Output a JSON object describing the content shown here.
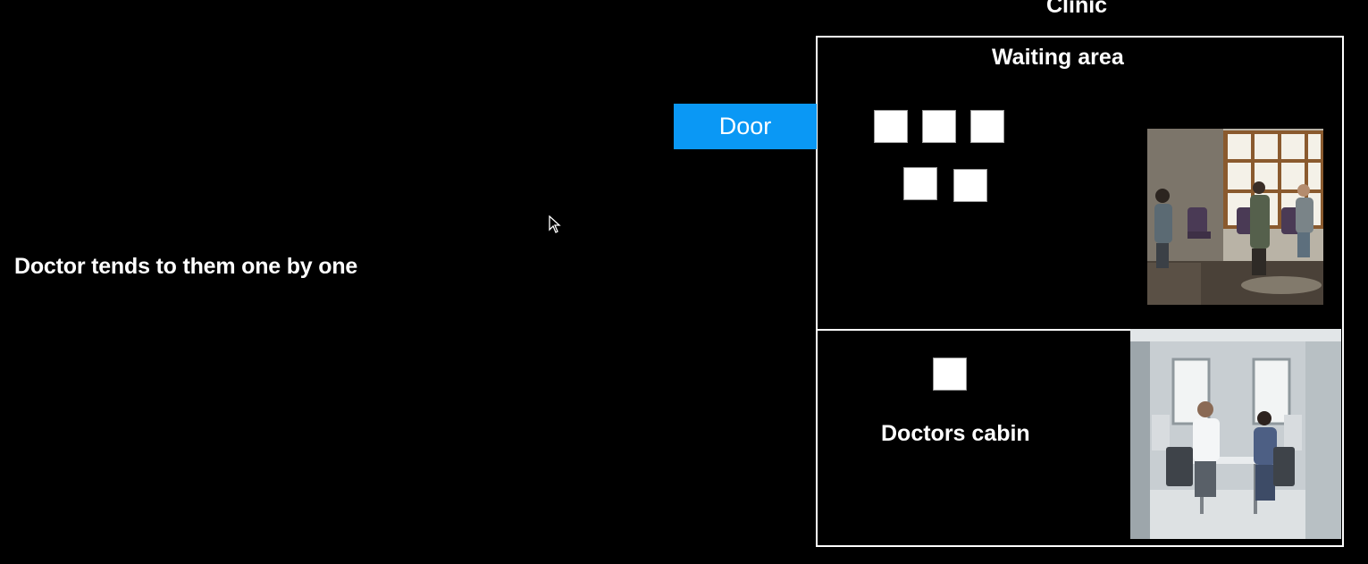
{
  "caption": "Doctor tends to them one by one",
  "clinic": {
    "title": "Clinic",
    "waiting_area_title": "Waiting area",
    "doctors_cabin_title": "Doctors cabin",
    "waiting_patients": 5,
    "patients_in_cabin": 1
  },
  "door": {
    "label": "Door",
    "color": "#0a98f5"
  },
  "icons": {
    "cursor": "mouse-pointer-icon",
    "waiting_photo": "waiting-room-photo",
    "cabin_photo": "doctor-consultation-photo"
  }
}
